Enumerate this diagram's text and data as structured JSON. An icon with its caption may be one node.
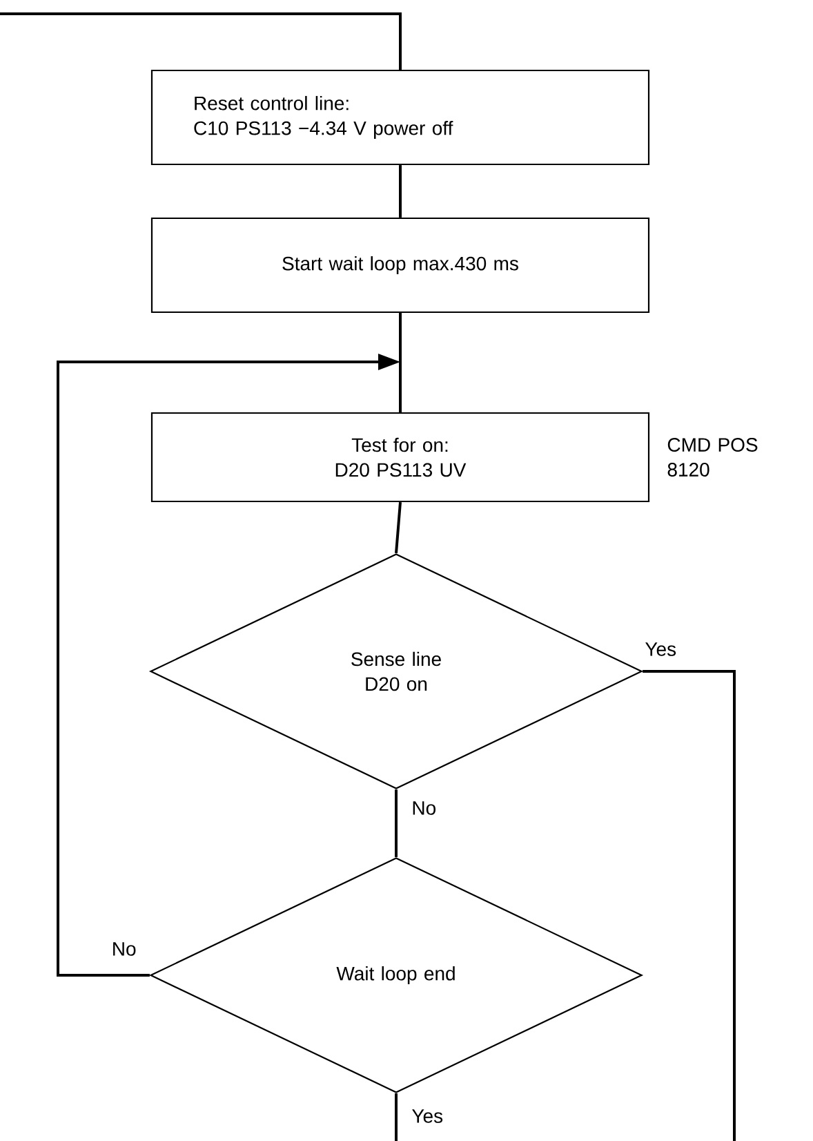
{
  "diagram": {
    "nodes": [
      {
        "text": [
          "Reset control line:",
          "C10 PS113 −4.34 V power off"
        ]
      },
      {
        "text": [
          "Start wait loop max.430 ms"
        ]
      },
      {
        "text": [
          "Test for on:",
          "D20 PS113 UV"
        ],
        "beside": [
          "CMD POS 8120"
        ]
      },
      {
        "text": [
          "Sense line D20 on"
        ]
      },
      {
        "text": [
          "Wait loop end"
        ]
      }
    ],
    "edges": [
      {
        "from": null,
        "to": 0,
        "arrow": "none"
      },
      {
        "from": 0,
        "to": 1,
        "arrow": "none"
      },
      {
        "from": 1,
        "to": 2,
        "arrow": "none"
      },
      {
        "from": 2,
        "to": 3,
        "arrow": "none"
      },
      {
        "from": 3,
        "to": 4,
        "arrow": "none",
        "label": "No"
      },
      {
        "from": 4,
        "to": 2,
        "arrow": "to",
        "label": "No"
      },
      {
        "from": 3,
        "to": null,
        "arrow": "none",
        "label": "Yes"
      },
      {
        "from": 4,
        "to": null,
        "arrow": "none",
        "label": "Yes"
      }
    ]
  }
}
